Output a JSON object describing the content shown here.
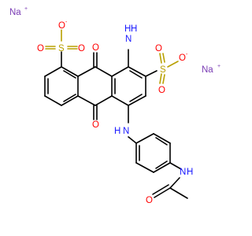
{
  "molecule": {
    "atoms": {
      "na_left": "Na",
      "na_left_charge": "+",
      "na_right": "Na",
      "na_right_charge": "+",
      "o_minus_left": "O",
      "o_minus_left_charge": "-",
      "o_minus_right": "O",
      "o_minus_right_charge": "-",
      "s_left": "S",
      "s_right": "S",
      "o_s1_a": "O",
      "o_s1_b": "O",
      "o_s2_a": "O",
      "o_s2_b": "O",
      "o_quinone_top": "O",
      "o_quinone_bottom": "O",
      "amino_n": "N",
      "amino_h": "H",
      "amino_h2": "H",
      "anilino_n": "N",
      "anilino_h": "H",
      "amide_n": "N",
      "amide_h": "H",
      "amide_o": "O"
    },
    "colors": {
      "carbon_bonds": "#000000",
      "oxygen": "#ff0000",
      "sulfur": "#b8a000",
      "nitrogen": "#1a1aff",
      "sodium": "#7a3cb4"
    }
  }
}
